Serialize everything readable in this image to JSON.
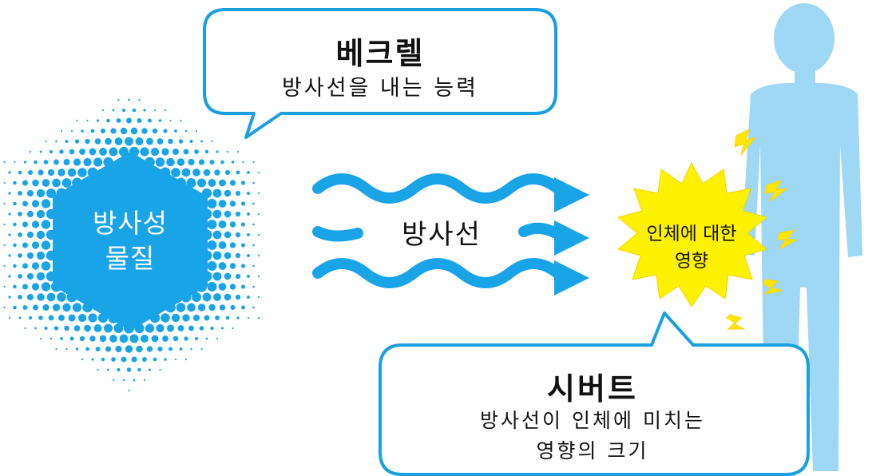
{
  "becquerel": {
    "title": "베크렐",
    "subtitle": "방사선을 내는 능력"
  },
  "source": {
    "label_line1": "방사성",
    "label_line2": "물질"
  },
  "radiation": {
    "label": "방사선"
  },
  "effect": {
    "label_line1": "인체에 대한",
    "label_line2": "영향"
  },
  "sievert": {
    "title": "시버트",
    "subtitle_line1": "방사선이 인체에 미치는",
    "subtitle_line2": "영향의 크기"
  },
  "colors": {
    "blue": "#1aa4e8",
    "light_blue": "#9fd8f4",
    "yellow": "#fff200",
    "bubble_border": "#1a9fe0"
  }
}
